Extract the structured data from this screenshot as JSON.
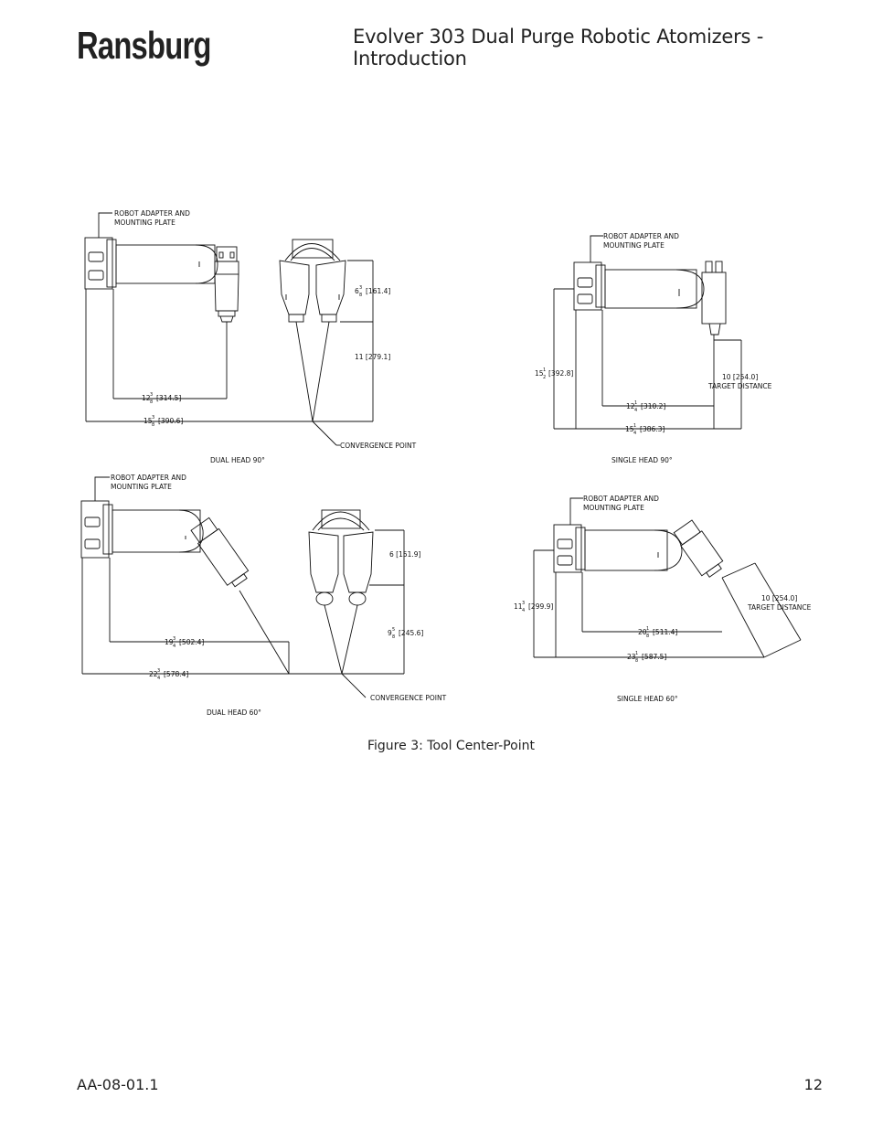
{
  "header": {
    "logo": "Ransburg",
    "title": "Evolver 303 Dual Purge Robotic Atomizers - Introduction"
  },
  "figure": {
    "caption": "Figure 3:  Tool Center-Point",
    "panels": {
      "dual90": {
        "label": "DUAL HEAD 90°",
        "adapter_l1": "ROBOT ADAPTER AND",
        "adapter_l2": "MOUNTING PLATE",
        "dim_a_whole": "6",
        "dim_a_num": "3",
        "dim_a_den": "8",
        "dim_a_mm": "[161.4]",
        "dim_b": "11 [279.1]",
        "dim_c_whole": "12",
        "dim_c_num": "3",
        "dim_c_den": "8",
        "dim_c_mm": "[314.5]",
        "dim_d_whole": "15",
        "dim_d_num": "3",
        "dim_d_den": "8",
        "dim_d_mm": "[390.6]",
        "convergence": "CONVERGENCE POINT"
      },
      "single90": {
        "label": "SINGLE HEAD 90°",
        "adapter_l1": "ROBOT ADAPTER AND",
        "adapter_l2": "MOUNTING PLATE",
        "dim_h_whole": "15",
        "dim_h_num": "1",
        "dim_h_den": "2",
        "dim_h_mm": "[392.8]",
        "target_l1": "10 [254.0]",
        "target_l2": "TARGET DISTANCE",
        "dim_c_whole": "12",
        "dim_c_num": "1",
        "dim_c_den": "4",
        "dim_c_mm": "[310.2]",
        "dim_d_whole": "15",
        "dim_d_num": "1",
        "dim_d_den": "4",
        "dim_d_mm": "[386.3]"
      },
      "dual60": {
        "label": "DUAL HEAD 60°",
        "adapter_l1": "ROBOT ADAPTER AND",
        "adapter_l2": "MOUNTING PLATE",
        "dim_a": "6 [151.9]",
        "dim_b_whole": "9",
        "dim_b_num": "5",
        "dim_b_den": "8",
        "dim_b_mm": "[245.6]",
        "dim_c_whole": "19",
        "dim_c_num": "3",
        "dim_c_den": "4",
        "dim_c_mm": "[502.4]",
        "dim_d_whole": "22",
        "dim_d_num": "3",
        "dim_d_den": "4",
        "dim_d_mm": "[578.4]",
        "convergence": "CONVERGENCE POINT"
      },
      "single60": {
        "label": "SINGLE HEAD 60°",
        "adapter_l1": "ROBOT ADAPTER AND",
        "adapter_l2": "MOUNTING PLATE",
        "dim_h_whole": "11",
        "dim_h_num": "3",
        "dim_h_den": "4",
        "dim_h_mm": "[299.9]",
        "target_l1": "10 [254.0]",
        "target_l2": "TARGET DISTANCE",
        "dim_c_whole": "20",
        "dim_c_num": "1",
        "dim_c_den": "8",
        "dim_c_mm": "[511.4]",
        "dim_d_whole": "23",
        "dim_d_num": "1",
        "dim_d_den": "8",
        "dim_d_mm": "[587.5]"
      }
    }
  },
  "footer": {
    "doc_number": "AA-08-01.1",
    "page_number": "12"
  }
}
